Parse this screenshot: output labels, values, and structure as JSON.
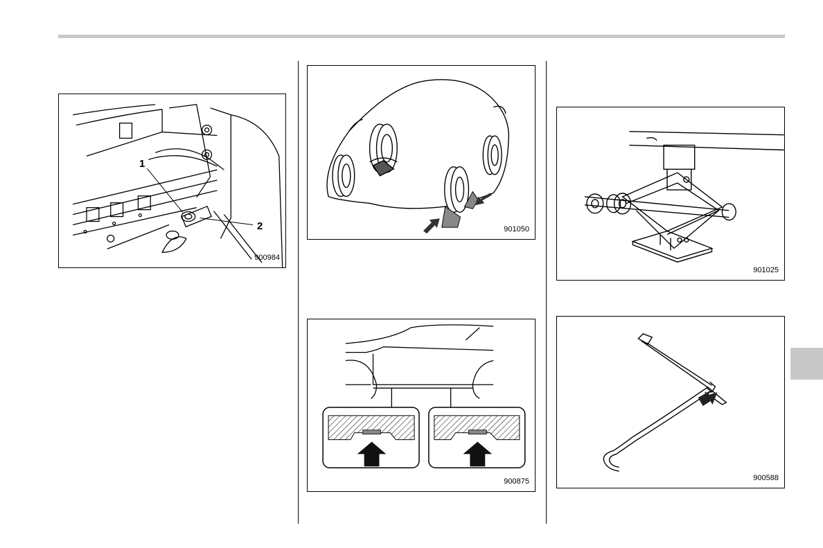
{
  "figures": [
    {
      "id": "900984",
      "callouts": [
        "1",
        "2"
      ]
    },
    {
      "id": "901050"
    },
    {
      "id": "900875"
    },
    {
      "id": "901025"
    },
    {
      "id": "900588"
    }
  ]
}
